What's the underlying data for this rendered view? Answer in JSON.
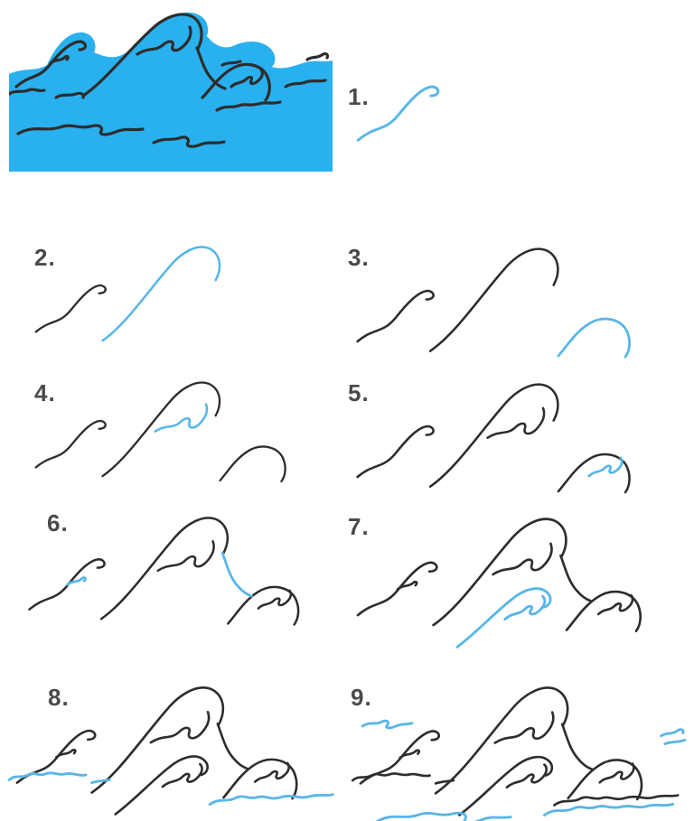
{
  "page": {
    "title": "How to draw waves - step by step tutorial",
    "background": "#ffffff"
  },
  "colors": {
    "fill_blue": "#29b1ef",
    "stroke_blue": "#58b6e8",
    "stroke_black": "#2d2d2d",
    "label_color": "#4a4a4a"
  },
  "tutorial": {
    "subject": "ocean waves line drawing",
    "finished_example": {
      "description": "Finished waves illustration: blue-filled water block with three cresting waves, curls and water squiggle lines outlined in black"
    },
    "steps": [
      {
        "label": "1.",
        "existing_strokes": [],
        "new_strokes": [
          "left-wave"
        ]
      },
      {
        "label": "2.",
        "existing_strokes": [
          "left-wave"
        ],
        "new_strokes": [
          "big-wave"
        ]
      },
      {
        "label": "3.",
        "existing_strokes": [
          "left-wave",
          "big-wave"
        ],
        "new_strokes": [
          "right-wave"
        ]
      },
      {
        "label": "4.",
        "existing_strokes": [
          "left-wave",
          "big-wave",
          "right-wave"
        ],
        "new_strokes": [
          "big-wave-curl"
        ]
      },
      {
        "label": "5.",
        "existing_strokes": [
          "left-wave",
          "big-wave",
          "right-wave",
          "big-wave-curl"
        ],
        "new_strokes": [
          "right-wave-curl"
        ]
      },
      {
        "label": "6.",
        "existing_strokes": [
          "left-wave",
          "big-wave",
          "right-wave",
          "big-wave-curl",
          "right-wave-curl"
        ],
        "new_strokes": [
          "left-wave-curl",
          "crest-connector"
        ]
      },
      {
        "label": "7.",
        "existing_strokes": [
          "left-wave",
          "big-wave",
          "right-wave",
          "big-wave-curl",
          "right-wave-curl",
          "left-wave-curl",
          "crest-connector"
        ],
        "new_strokes": [
          "foreground-wave"
        ]
      },
      {
        "label": "8.",
        "existing_strokes": [
          "left-wave",
          "big-wave",
          "right-wave",
          "big-wave-curl",
          "right-wave-curl",
          "left-wave-curl",
          "crest-connector",
          "foreground-wave"
        ],
        "new_strokes": [
          "water-line-left",
          "water-line-right"
        ]
      },
      {
        "label": "9.",
        "existing_strokes": [
          "left-wave",
          "big-wave",
          "right-wave",
          "big-wave-curl",
          "right-wave-curl",
          "left-wave-curl",
          "crest-connector",
          "foreground-wave",
          "water-line-left",
          "water-line-right"
        ],
        "new_strokes": [
          "water-line-top-left",
          "water-line-right-edge",
          "water-line-bottom",
          "water-line-bottom-right"
        ]
      }
    ]
  }
}
